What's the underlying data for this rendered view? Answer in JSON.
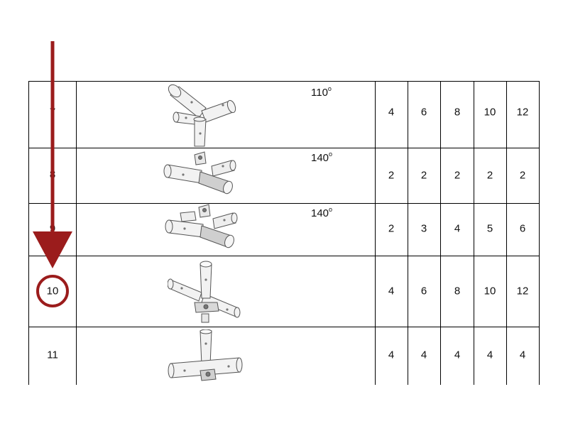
{
  "table": {
    "rows": [
      {
        "id": "7",
        "label": "7",
        "angle": "110",
        "angle_unit": "o",
        "values": [
          "4",
          "6",
          "8",
          "10",
          "12"
        ]
      },
      {
        "id": "8",
        "label": "8",
        "angle": "140",
        "angle_unit": "o",
        "values": [
          "2",
          "2",
          "2",
          "2",
          "2"
        ]
      },
      {
        "id": "9",
        "label": "9",
        "angle": "140",
        "angle_unit": "o",
        "values": [
          "2",
          "3",
          "4",
          "5",
          "6"
        ]
      },
      {
        "id": "10",
        "label": "10",
        "angle": "",
        "angle_unit": "",
        "values": [
          "4",
          "6",
          "8",
          "10",
          "12"
        ]
      },
      {
        "id": "11",
        "label": "11",
        "angle": "",
        "angle_unit": "",
        "values": [
          "4",
          "4",
          "4",
          "4",
          "4"
        ]
      }
    ]
  },
  "annotation": {
    "highlighted_row": "10",
    "color": "#9b1c1c"
  },
  "icons": [
    "y-connector-110-icon",
    "y-connector-140-plate-icon",
    "y-connector-140-plate-icon",
    "cross-connector-plate-icon",
    "t-connector-plate-icon"
  ]
}
